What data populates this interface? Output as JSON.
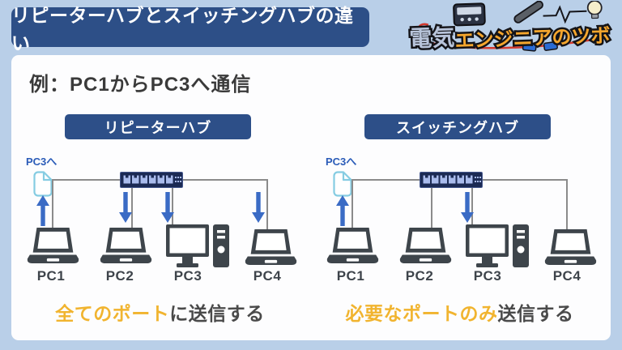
{
  "header": {
    "title": "リピーターハブとスイッチングハブの違い"
  },
  "logo": {
    "name": "電気エンジニアのツボ",
    "part1": "電気",
    "part2": "エンジニアのツボ"
  },
  "main": {
    "example_title": "例：PC1からPC3へ通信"
  },
  "panels": [
    {
      "header": "リピーターハブ",
      "packet_label": "PC3へ",
      "pc_labels": [
        "PC1",
        "PC2",
        "PC3",
        "PC4"
      ],
      "caption_highlight": "全てのポート",
      "caption_rest": "に送信する",
      "arrows_up": [
        "PC1"
      ],
      "arrows_down": [
        "PC2",
        "PC3",
        "PC4"
      ]
    },
    {
      "header": "スイッチングハブ",
      "packet_label": "PC3へ",
      "pc_labels": [
        "PC1",
        "PC2",
        "PC3",
        "PC4"
      ],
      "caption_highlight": "必要なポートのみ",
      "caption_rest": "送信する",
      "arrows_up": [
        "PC1"
      ],
      "arrows_down": [
        "PC3"
      ]
    }
  ],
  "colors": {
    "background": "#b9cfe8",
    "banner_blue": "#2d4f87",
    "arrow_blue": "#3a6bc5",
    "highlight_yellow": "#f1b42f",
    "device_gray": "#3e454b",
    "hub_navy": "#1b2a54",
    "hub_port": "#a9bbec",
    "wire_gray": "#8b8b8b",
    "packet_border": "#85cce2"
  }
}
